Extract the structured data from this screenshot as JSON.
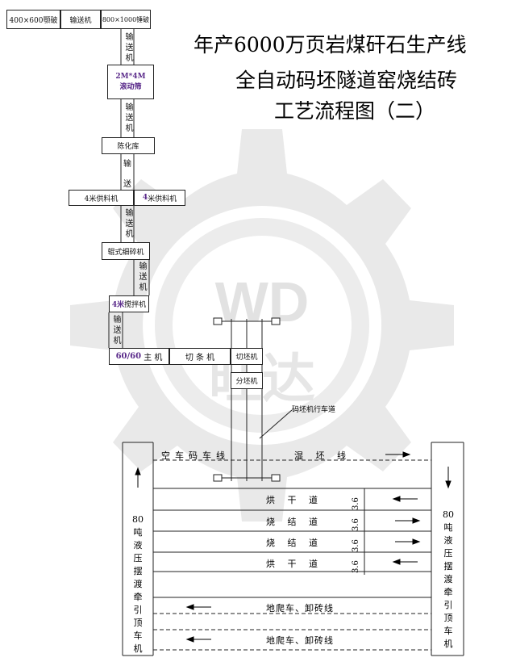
{
  "title": {
    "line1": "年产6000万页岩煤矸石生产线",
    "line2": "全自动码坯隧道窑烧结砖",
    "line3": "工艺流程图（二）"
  },
  "watermark": {
    "letters": "WD",
    "chinese": "旺达",
    "color": "#e6e6e6"
  },
  "equipment": {
    "crusher1": "400×600颚破",
    "conveyor_top": "输送机",
    "crusher2": "800×1000锤破",
    "conveyor": "输送机",
    "screen_line1": "2M*4M",
    "screen_line2": "滚动筛",
    "aging": "陈化库",
    "feeder_left": "4米供料机",
    "feeder_right_num": "4",
    "feeder_right_text": "米供料机",
    "roller_crusher": "辊式细碎机",
    "mixer_num": "4米",
    "mixer_text": "搅拌机",
    "main_num": "60/60",
    "main_text": "主  机",
    "strip_cutter": "切 条 机",
    "block_cutter": "切坯机",
    "block_splitter": "分坯机",
    "crane_label": "码坯机行车道",
    "conveyor_split_1": "输",
    "conveyor_split_2": "送"
  },
  "kiln": {
    "lane_top_left": "空车码车线",
    "lane_top_right": "湿 坯 线",
    "dry1": "烘 干 道",
    "fire1": "烧 结 道",
    "fire2": "烧 结 道",
    "dry2": "烘 干 道",
    "unload1": "地爬车、卸砖线",
    "unload2": "地爬车、卸砖线",
    "dims": [
      "3.6",
      "3.6",
      "3.6",
      "3.6"
    ],
    "side_num": "80",
    "side_left": [
      "吨",
      "液",
      "压",
      "摆",
      "渡",
      "牵",
      "引",
      "顶",
      "车",
      "机"
    ],
    "side_right": [
      "吨",
      "液",
      "压",
      "摆",
      "渡",
      "牵",
      "引",
      "顶",
      "车",
      "机"
    ]
  }
}
